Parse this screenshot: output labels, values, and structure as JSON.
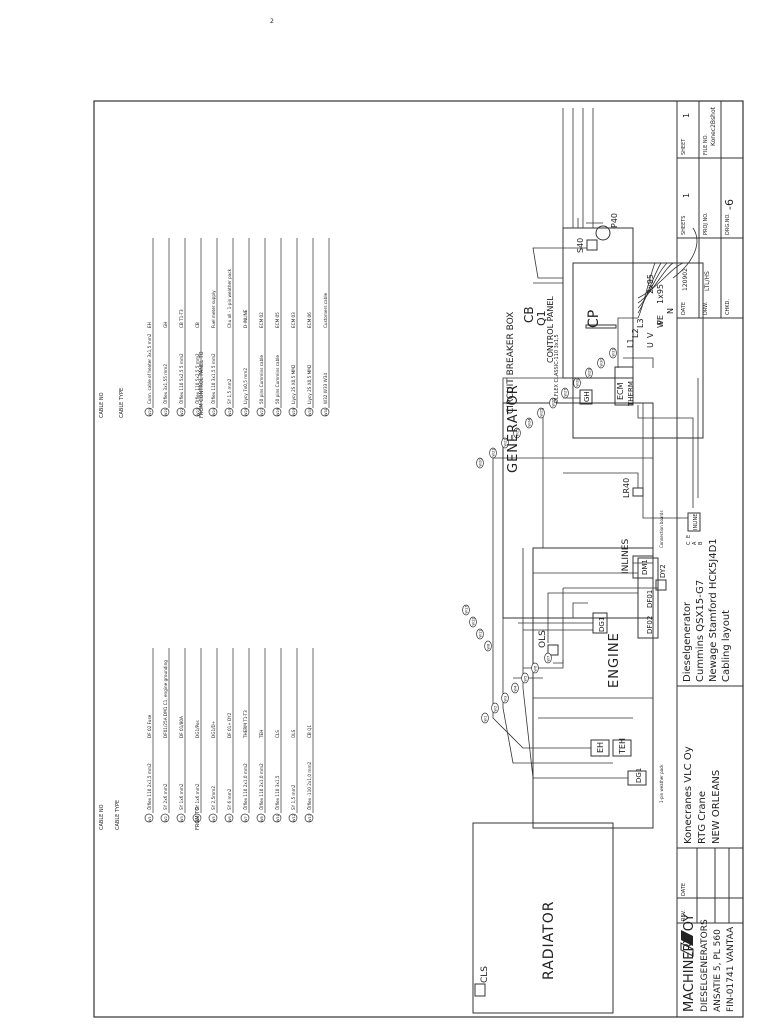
{
  "page_mark": "2",
  "title_block": {
    "company": [
      "MACHINERY OY",
      "DIESELGENERATORS",
      "ANSATIE 5, PL 560",
      "FIN-01741 VANTAA"
    ],
    "rev_header": [
      "REV.",
      "DATE"
    ],
    "customer": [
      "Konecranes VLC Oy",
      "RTG Crane",
      "NEW ORLEANS"
    ],
    "description": [
      "Dieselgenerator",
      "Cummins QSX15-G7",
      "Newage Stamford HCK5J4D1",
      "Cabling layout"
    ],
    "fields": [
      {
        "label": "DATE",
        "value": "120902"
      },
      {
        "label": "DRW.",
        "value": "LTL/HS"
      },
      {
        "label": "CHKD.",
        "value": ""
      },
      {
        "label": "SHEETS",
        "value": "1"
      },
      {
        "label": "PROJ NO.",
        "value": ""
      },
      {
        "label": "DRG.NO.",
        "value": "-6"
      },
      {
        "label": "SHEET",
        "value": "1"
      },
      {
        "label": "FILE NO.",
        "value": "Konec2Bshot"
      }
    ]
  },
  "left_table": {
    "headers": [
      "CABLE NO",
      "CABLE TYPE",
      "FROM TO"
    ],
    "rows": [
      {
        "no": "W1",
        "type": "Ölflex 110  2x1,5 mm2",
        "from_to": "DF 02   Fuse"
      },
      {
        "no": "W2",
        "type": "SY 2x6 mm2",
        "from_to": "DF01/25A  DM1 C1, engine grounding"
      },
      {
        "no": "W3",
        "type": "SY 1x6 mm2",
        "from_to": "DF 01/80A"
      },
      {
        "no": "W4",
        "type": "SY 1x6 mm2",
        "from_to": "DG1/Pos"
      },
      {
        "no": "W5",
        "type": "SY 2,5mm2",
        "from_to": "DG1/D+"
      },
      {
        "no": "W6",
        "type": "SY 6 mm2",
        "from_to": "DF 01+  DY2"
      },
      {
        "no": "W7",
        "type": "Ölflex 110 2x1,0 mm2",
        "from_to": "THERM T1-T3"
      },
      {
        "no": "W8",
        "type": "Ölflex 110 2x1,0 mm2",
        "from_to": "TEH"
      },
      {
        "no": "W11",
        "type": "Ölflex 110 3x1,5",
        "from_to": "CLS"
      },
      {
        "no": "W12",
        "type": "SY 1,5 mm2",
        "from_to": "OLS"
      },
      {
        "no": "W17",
        "type": "Ölflex -110 2x1,0 mm2",
        "from_to": "CB Q1"
      }
    ]
  },
  "right_table": {
    "headers": [
      "CABLE NO",
      "CABLE TYPE",
      "FROM CONTROL PANEL TO"
    ],
    "rows": [
      {
        "no": "W20",
        "type": "Conn. cable of heater 3x1,5 mm2",
        "to": "EH"
      },
      {
        "no": "W21",
        "type": "Ölflex 3x1,55 mm2",
        "to": "GH"
      },
      {
        "no": "W22",
        "type": "Ölflex 110  5x2,5 5 mm2",
        "to": "CB T1-T3"
      },
      {
        "no": "W23",
        "type": "Ölflex 110  5x2,5 5 mm2",
        "to": "CB"
      },
      {
        "no": "W24",
        "type": "Ölflex 110  3x1,5 5 mm2",
        "to": "Fuel meter supply"
      },
      {
        "no": "W25",
        "type": "SY 1,5 mm2",
        "to": "Chu all -  1-pin weather pack"
      },
      {
        "no": "W26",
        "type": "Liycy 7x0,5 mm2",
        "to": "D-INLINE"
      },
      {
        "no": "W27",
        "type": "50 pins Cummins cable",
        "to": "ECM 02"
      },
      {
        "no": "W28",
        "type": "50 pins Cummins cable",
        "to": "ECM 05"
      },
      {
        "no": "W29",
        "type": "Liycy 2S X0,5 MM2",
        "to": "ECM 03"
      },
      {
        "no": "W30",
        "type": "Liycy 2S X0,5 MM2",
        "to": "ECM 06"
      },
      {
        "no": "W31",
        "type": "W32 W33 W34",
        "to": "Customers cable"
      }
    ]
  },
  "components": {
    "radiator": "RADIATOR",
    "cls": "CLS",
    "engine": "ENGINE",
    "generator": "GENERATOR",
    "circuit_breaker_box": "CIRCUIT BREAKER BOX",
    "cb": "CB",
    "q1": "Q1",
    "control_panel": "CONTROL PANEL",
    "cp": "CP",
    "cp_cable": "OLFLEX CLASSIC-110 3x1,5",
    "inlines": "INLINES",
    "ols": "OLS",
    "ecm": "ECM",
    "therm": "THERM",
    "teh": "TEH",
    "eh": "EH",
    "dg1": "DG1",
    "df02": "DF02",
    "df01": "DF01",
    "dg1b": "DG1",
    "dm1": "DM1",
    "dy2": "DY2",
    "gh": "GH",
    "lr40": "LR40",
    "s40": "S40",
    "p40": "P40",
    "pe": "PE",
    "x2x95": "2x95",
    "x1x95": "1x95",
    "phases": [
      "L1",
      "L2",
      "L3",
      "U",
      "V",
      "W",
      "N"
    ],
    "pin_note": "1-pin weather pack",
    "conn_note": "Connection boards",
    "inline_tags": [
      "C",
      "A",
      "B",
      "E",
      "INLINE"
    ]
  },
  "diagram_tags": [
    "W1",
    "W2",
    "W3",
    "W4",
    "W5",
    "W6",
    "W7",
    "W8",
    "W11",
    "W12",
    "W17",
    "W20",
    "W21",
    "W22",
    "W23",
    "W24",
    "W25",
    "W26",
    "W27",
    "W28",
    "W29",
    "W30",
    "W31",
    "W32"
  ]
}
